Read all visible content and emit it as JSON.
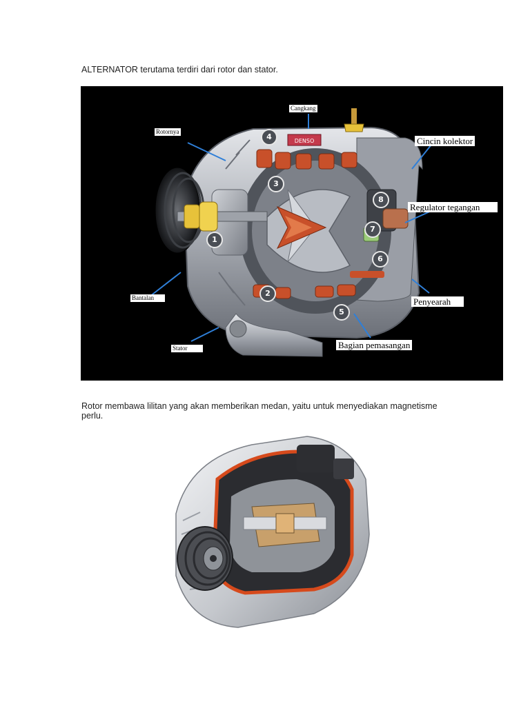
{
  "paragraph_1": "ALTERNATOR terutama terdiri dari rotor dan stator.",
  "paragraph_2_line_1": "Rotor membawa lilitan yang akan memberikan medan, yaitu untuk menyediakan magnetisme",
  "paragraph_2_line_2": "perlu.",
  "figure_1": {
    "brand_plate": "DENSO",
    "labels": {
      "cangkang": "Cangkang",
      "rotornya": "Rotornya",
      "cincin_kolektor": "Cincin kolektor",
      "regulator_tegangan": "Regulator tegangan",
      "bantalan": "Bantalan",
      "penyearah": "Penyearah",
      "stator": "Stator",
      "bagian_pemasangan": "Bagian pemasangan"
    },
    "numbers": [
      "1",
      "2",
      "3",
      "4",
      "5",
      "6",
      "7",
      "8"
    ],
    "colors": {
      "background": "#000000",
      "arrow": "#2f7fd8",
      "winding": "#c8502a"
    }
  }
}
